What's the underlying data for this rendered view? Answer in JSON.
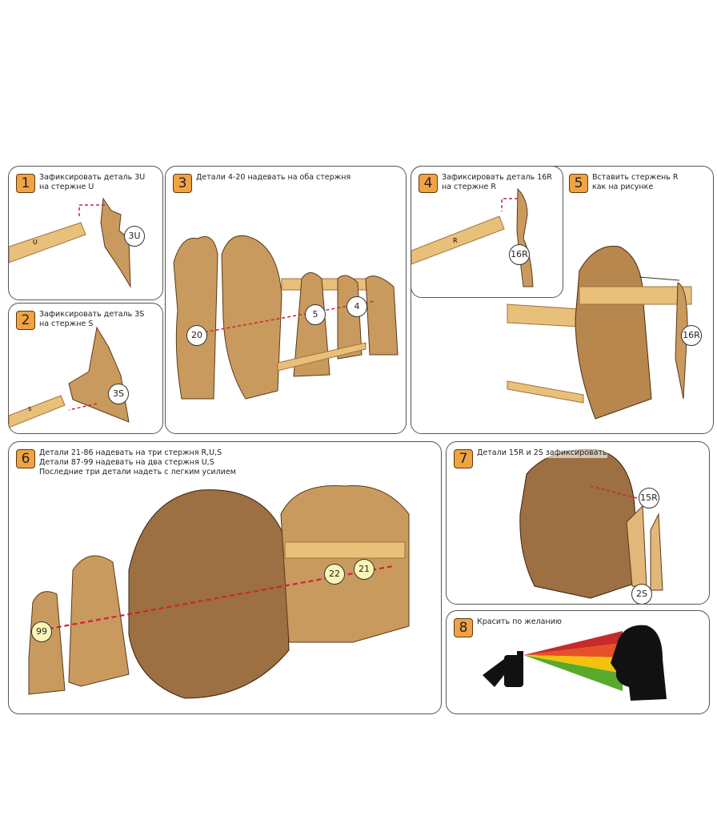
{
  "steps": [
    {
      "number": "1",
      "lines": [
        "Зафиксировать деталь 3U",
        "на стержне U"
      ],
      "labels": [
        "3U"
      ],
      "rod_label": "U"
    },
    {
      "number": "2",
      "lines": [
        "Зафиксировать деталь 3S",
        "на стержне S"
      ],
      "labels": [
        "3S"
      ],
      "rod_label": "S"
    },
    {
      "number": "3",
      "lines": [
        "Детали 4-20 надевать на оба стержня"
      ],
      "labels": [
        "20",
        "5",
        "4"
      ]
    },
    {
      "number": "4",
      "lines": [
        "Зафиксировать деталь 16R",
        "на стержне R"
      ],
      "labels": [
        "16R"
      ],
      "rod_label": "R"
    },
    {
      "number": "5",
      "lines": [
        "Вставить стержень R",
        "как на рисунке"
      ],
      "labels": [
        "16R"
      ]
    },
    {
      "number": "6",
      "lines": [
        "Детали 21-86 надевать на три стержня R,U,S",
        "Детали 87-99 надевать на два стержня U,S",
        "Последние три детали надеть с легким усилием"
      ],
      "labels": [
        "99",
        "22",
        "21"
      ]
    },
    {
      "number": "7",
      "lines": [
        "Детали 15R и 2S зафиксировать"
      ],
      "labels": [
        "15R",
        "2S"
      ]
    },
    {
      "number": "8",
      "lines": [
        "Красить по желанию"
      ],
      "labels": []
    }
  ],
  "colors": {
    "badge": "#f1a343",
    "cardboard": "#c99a5e",
    "arrow": "#d0213a",
    "spray": [
      "#c62a2a",
      "#e8502a",
      "#f2c20f",
      "#58a92c"
    ]
  }
}
